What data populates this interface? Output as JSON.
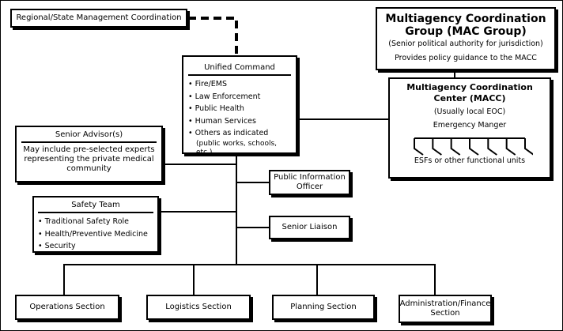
{
  "regional": {
    "label": "Regional/State Management Coordination"
  },
  "mac_group": {
    "title": "Multiagency Coordination Group (MAC Group)",
    "subtitle": "(Senior political authority for jurisdiction)",
    "guidance": "Provides policy guidance to the MACC"
  },
  "macc": {
    "title": "Multiagency Coordination Center (MACC)",
    "subtitle": "(Usually local EOC)",
    "manager": "Emergency Manger",
    "units": "ESFs or other functional units",
    "unit_count": 7
  },
  "unified_command": {
    "title": "Unified Command",
    "items": [
      "Fire/EMS",
      "Law Enforcement",
      "Public Health",
      "Human Services",
      "Others as indicated"
    ],
    "note": "(public works, schools, etc.)"
  },
  "senior_advisor": {
    "title": "Senior Advisor(s)",
    "text": "May include pre-selected experts representing the private medical community"
  },
  "safety_team": {
    "title": "Safety Team",
    "items": [
      "Traditional Safety Role",
      "Health/Preventive Medicine",
      "Security"
    ]
  },
  "pio": {
    "label": "Public Information Officer"
  },
  "liaison": {
    "label": "Senior Liaison"
  },
  "sections": [
    {
      "label": "Operations Section"
    },
    {
      "label": "Logistics Section"
    },
    {
      "label": "Planning Section"
    },
    {
      "label": "Administration/Finance Section"
    }
  ]
}
